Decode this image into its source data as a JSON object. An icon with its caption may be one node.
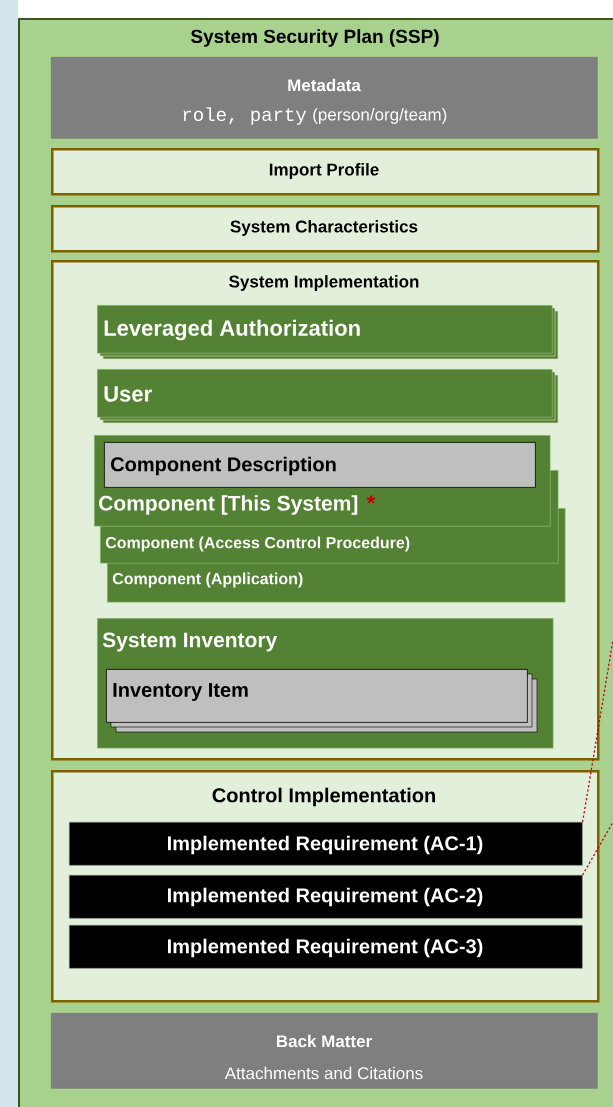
{
  "diagram": {
    "nodes": [
      {
        "text": [
          "System Security Plan (SSP)"
        ]
      },
      {
        "text": [
          "Metadata",
          "role, party",
          "(person/org/team)"
        ],
        "in": 0
      },
      {
        "text": [
          "Import Profile"
        ],
        "in": 0
      },
      {
        "text": [
          "System Characteristics"
        ],
        "in": 0
      },
      {
        "text": [
          "System Implementation"
        ],
        "in": 0
      },
      {
        "text": [
          "Leveraged Authorization"
        ],
        "in": 4
      },
      {
        "text": [
          "User"
        ],
        "in": 4
      },
      {
        "text": [
          "Component [This System]"
        ],
        "beside": [
          "*"
        ],
        "in": 4
      },
      {
        "text": [
          "Component Description"
        ],
        "in": 7
      },
      {
        "text": [
          "Component (Access Control Procedure)"
        ],
        "in": 4
      },
      {
        "text": [
          "Component (Application)"
        ],
        "in": 4
      },
      {
        "text": [
          "System Inventory"
        ],
        "in": 4
      },
      {
        "text": [
          "Inventory Item"
        ],
        "in": 11
      },
      {
        "text": [
          "Control Implementation"
        ],
        "in": 0
      },
      {
        "text": [
          "Implemented Requirement (AC-1)"
        ],
        "in": 13
      },
      {
        "text": [
          "Implemented Requirement (AC-2)"
        ],
        "in": 13
      },
      {
        "text": [
          "Implemented Requirement (AC-3)"
        ],
        "in": 13
      },
      {
        "text": [
          "Back Matter",
          "Attachments and Citations"
        ],
        "in": 0
      }
    ],
    "edges": [
      {
        "from": 14,
        "to": null,
        "arrow": "none",
        "style": "dashed",
        "color": "#c00000"
      },
      {
        "from": 15,
        "to": null,
        "arrow": "none",
        "style": "dashed",
        "color": "#c00000"
      }
    ]
  }
}
